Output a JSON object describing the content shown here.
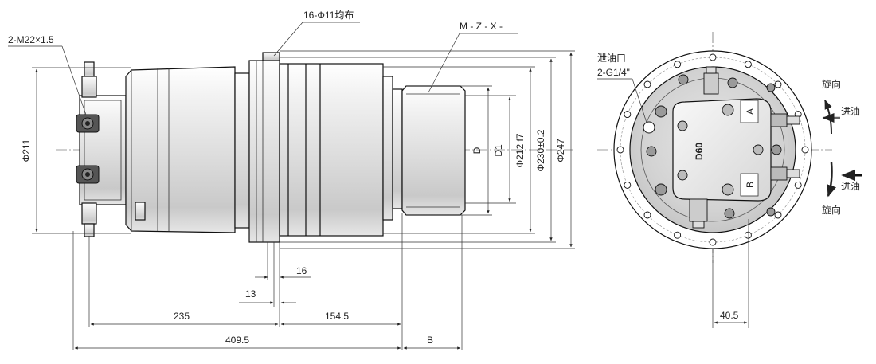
{
  "side_view": {
    "labels": {
      "ports_thread": "2-M22×1.5",
      "bolt_holes": "16-Φ11均布",
      "spline_code": "M - Z - X -",
      "dia_211": "Φ211",
      "dia_d": "D",
      "dia_d1": "D1",
      "dia_212": "Φ212 f7",
      "dia_230": "Φ230±0.2",
      "dia_247": "Φ247"
    },
    "dimensions": {
      "d16": "16",
      "d13": "13",
      "d235": "235",
      "d154_5": "154.5",
      "d409_5": "409.5",
      "dB": "B"
    }
  },
  "front_view": {
    "labels": {
      "drain_port": "泄油口",
      "drain_thread": "2-G1/4\"",
      "model": "D60",
      "port_a": "A",
      "port_b": "B",
      "rotation_top": "旋向",
      "inlet_top": "进油",
      "inlet_bottom": "进油",
      "rotation_bottom": "旋向"
    },
    "dimensions": {
      "d40_5": "40.5"
    }
  }
}
